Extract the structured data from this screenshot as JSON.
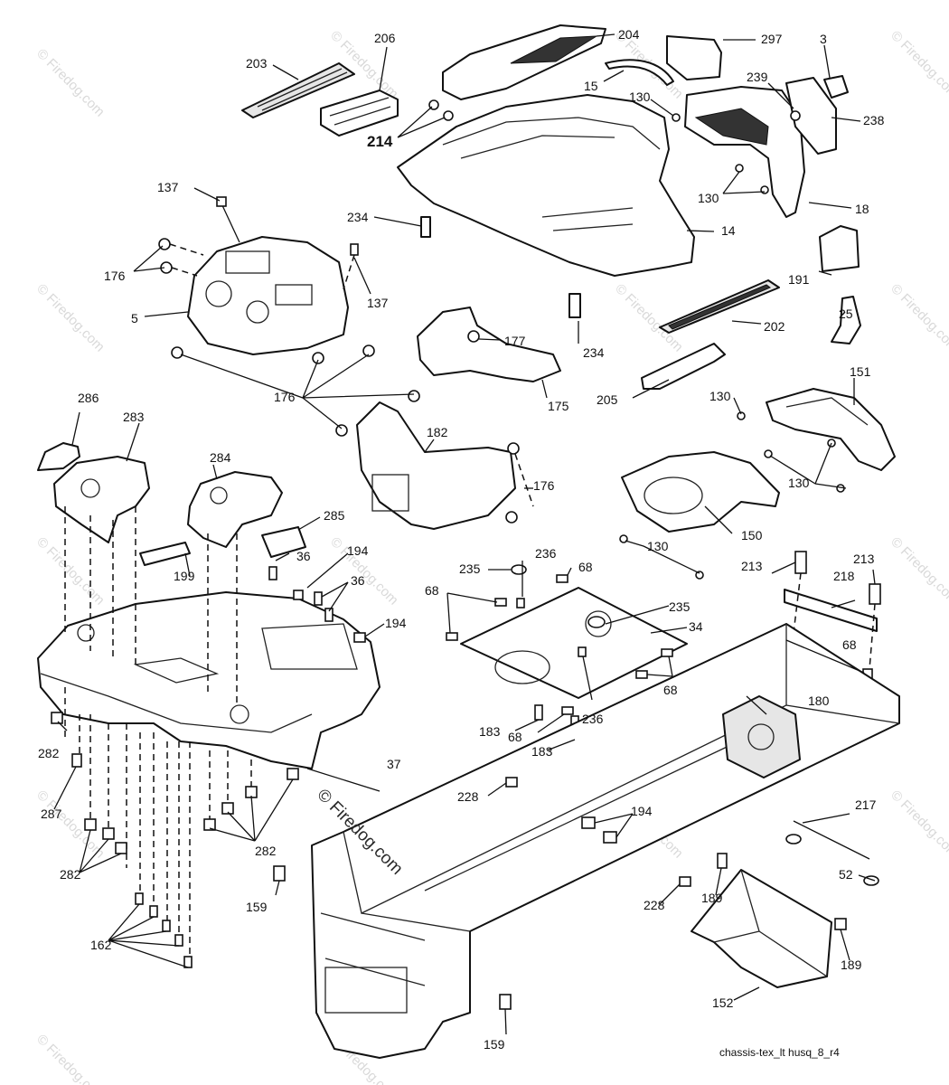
{
  "watermark": "© Firedog.com",
  "caption": "chassis-tex_lt husq_8_r4",
  "labels": {
    "l3": "3",
    "l5": "5",
    "l14": "14",
    "l15": "15",
    "l18": "18",
    "l25": "25",
    "l34": "34",
    "l36a": "36",
    "l36b": "36",
    "l37": "37",
    "l52": "52",
    "l68a": "68",
    "l68b": "68",
    "l68c": "68",
    "l68d": "68",
    "l68e": "68",
    "l130a": "130",
    "l130b": "130",
    "l130c": "130",
    "l130d": "130",
    "l130e": "130",
    "l137a": "137",
    "l137b": "137",
    "l150": "150",
    "l151": "151",
    "l152": "152",
    "l159a": "159",
    "l159b": "159",
    "l162": "162",
    "l175": "175",
    "l176a": "176",
    "l176b": "176",
    "l176c": "176",
    "l177": "177",
    "l180": "180",
    "l182": "182",
    "l183a": "183",
    "l183b": "183",
    "l189a": "189",
    "l189b": "189",
    "l191": "191",
    "l194a": "194",
    "l194b": "194",
    "l194c": "194",
    "l199": "199",
    "l202": "202",
    "l203": "203",
    "l204": "204",
    "l205": "205",
    "l206": "206",
    "l213a": "213",
    "l213b": "213",
    "l214": "214",
    "l217": "217",
    "l218": "218",
    "l228a": "228",
    "l228b": "228",
    "l234a": "234",
    "l234b": "234",
    "l235a": "235",
    "l235b": "235",
    "l236a": "236",
    "l236b": "236",
    "l238": "238",
    "l239": "239",
    "l282a": "282",
    "l282b": "282",
    "l282c": "282",
    "l283": "283",
    "l284": "284",
    "l285": "285",
    "l286": "286",
    "l287": "287",
    "l297": "297"
  }
}
